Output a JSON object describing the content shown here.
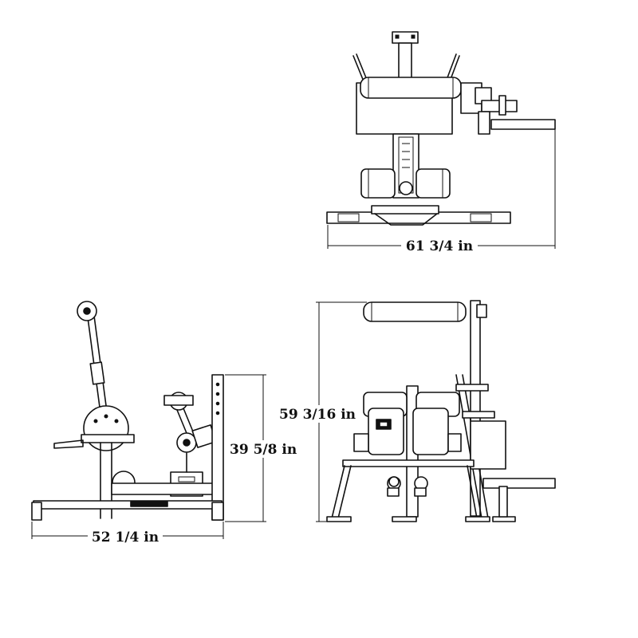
{
  "dimensions": {
    "top_width": "61 3/4 in",
    "side_length": "52 1/4 in",
    "side_height": "39 5/8 in",
    "front_height": "59 3/16 in"
  }
}
